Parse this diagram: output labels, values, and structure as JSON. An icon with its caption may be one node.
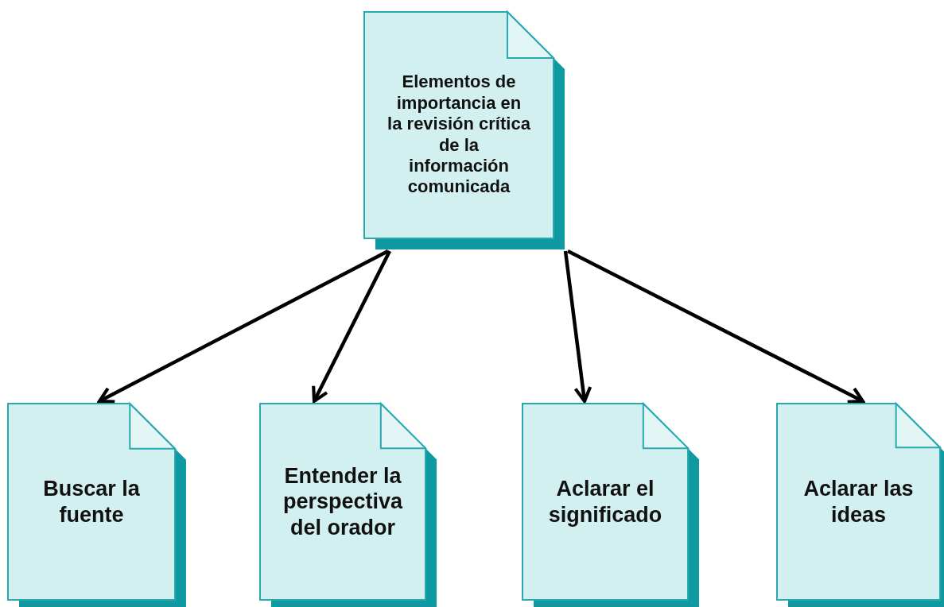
{
  "diagram": {
    "nodes": [
      {
        "text": [
          "Elementos de importancia en la revisión crítica de la información comunicada"
        ]
      },
      {
        "text": [
          "Buscar la fuente"
        ]
      },
      {
        "text": [
          "Entender la perspectiva del orador"
        ]
      },
      {
        "text": [
          "Aclarar el significado"
        ]
      },
      {
        "text": [
          "Aclarar las ideas"
        ]
      }
    ],
    "edges": [
      {
        "from": 0,
        "to": 1,
        "arrow": "to"
      },
      {
        "from": 0,
        "to": 2,
        "arrow": "to"
      },
      {
        "from": 0,
        "to": 3,
        "arrow": "to"
      },
      {
        "from": 0,
        "to": 4,
        "arrow": "to"
      }
    ]
  }
}
